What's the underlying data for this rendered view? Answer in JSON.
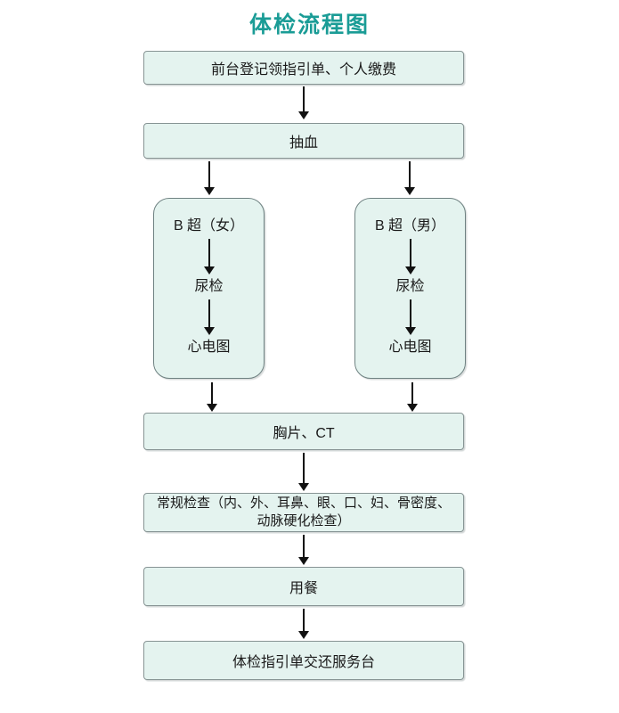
{
  "title": "体检流程图",
  "colors": {
    "title": "#1A9C96",
    "box_fill": "#E4F3EF",
    "box_border": "#879494",
    "arrow": "#111111",
    "text": "#1A1A1A"
  },
  "flow": {
    "step_register": "前台登记领指引单、个人缴费",
    "step_blood": "抽血",
    "branch_female": {
      "exam1": "B 超（女）",
      "exam2": "尿检",
      "exam3": "心电图"
    },
    "branch_male": {
      "exam1": "B 超（男）",
      "exam2": "尿检",
      "exam3": "心电图"
    },
    "step_xray": "胸片、CT",
    "step_routine_lines": [
      "常规检查（内、外、耳鼻、眼、口、妇、骨密度、",
      "动脉硬化检查）"
    ],
    "step_meal": "用餐",
    "step_return": "体检指引单交还服务台"
  }
}
